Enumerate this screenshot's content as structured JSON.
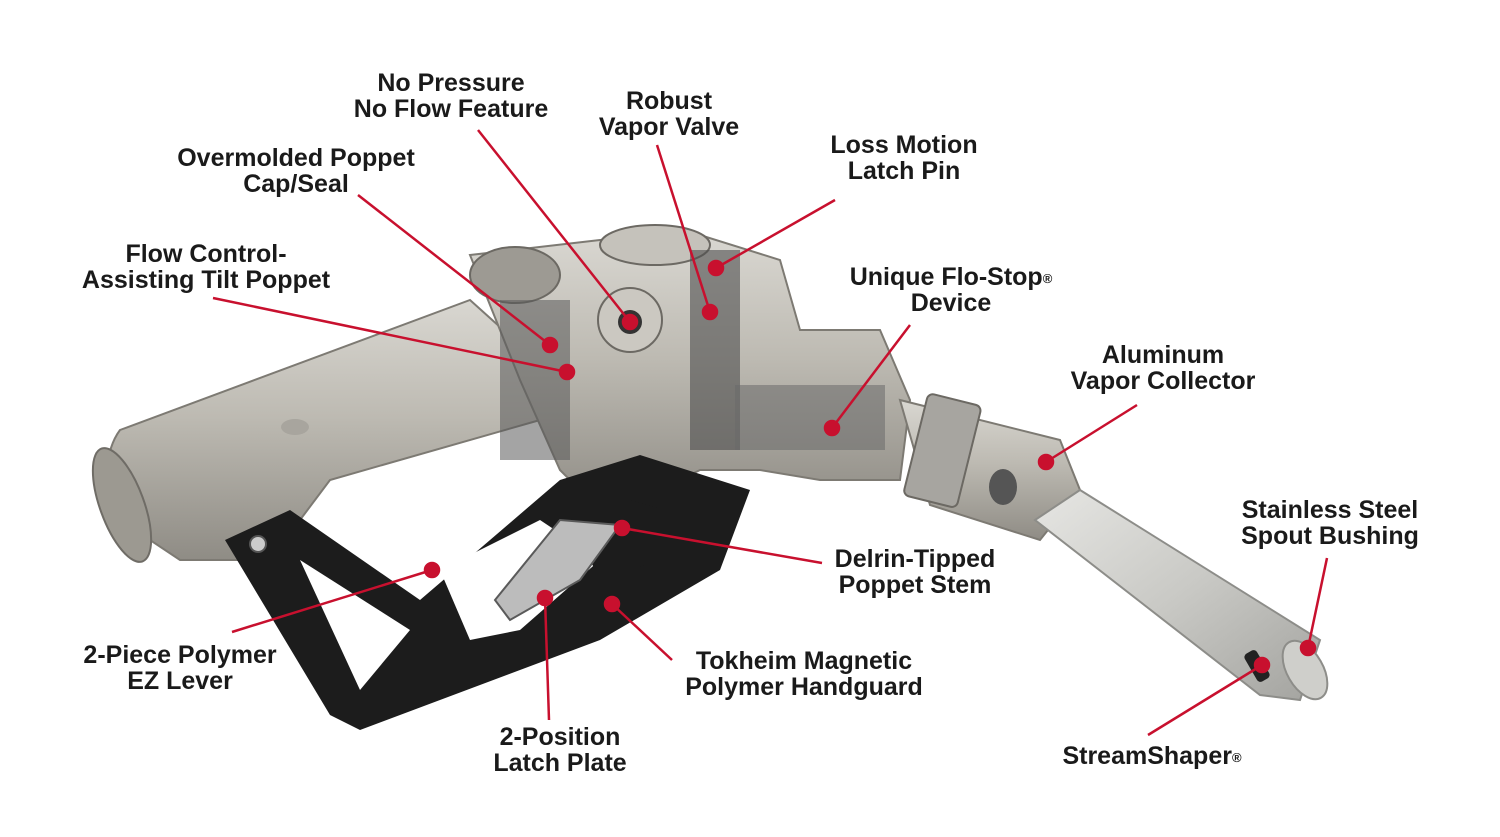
{
  "colors": {
    "leader": "#c8102e",
    "metal": "#b9b6ae",
    "polymer": "#1c1c1c",
    "text": "#1a1a1a"
  },
  "labels": {
    "no_pressure": {
      "line1": "No Pressure",
      "line2": "No Flow Feature"
    },
    "robust_vapor": {
      "line1": "Robust",
      "line2": "Vapor Valve"
    },
    "loss_motion": {
      "line1": "Loss Motion",
      "line2": "Latch Pin"
    },
    "overmolded": {
      "line1": "Overmolded Poppet",
      "line2": "Cap/Seal"
    },
    "flow_control": {
      "line1": "Flow Control-",
      "line2": "Assisting Tilt Poppet"
    },
    "flo_stop": {
      "line1": "Unique Flo-Stop",
      "line1_mark": "®",
      "line2": "Device"
    },
    "aluminum": {
      "line1": "Aluminum",
      "line2": "Vapor Collector"
    },
    "stainless": {
      "line1": "Stainless Steel",
      "line2": "Spout Bushing"
    },
    "delrin": {
      "line1": "Delrin-Tipped",
      "line2": "Poppet Stem"
    },
    "ez_lever": {
      "line1": "2-Piece Polymer",
      "line2": "EZ Lever"
    },
    "tokheim": {
      "line1": "Tokheim Magnetic",
      "line2": "Polymer Handguard"
    },
    "latch_plate": {
      "line1": "2-Position",
      "line2": "Latch Plate"
    },
    "streamshaper": {
      "line1": "StreamShaper",
      "line1_mark": "®"
    }
  }
}
